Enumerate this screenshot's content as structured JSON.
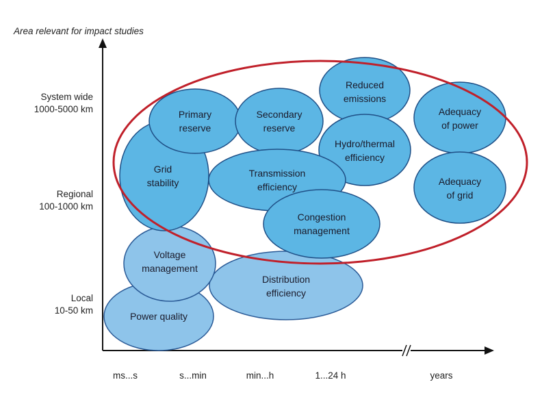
{
  "title": "Area relevant for impact studies",
  "y_axis": {
    "system_wide": [
      "System wide",
      "1000-5000 km"
    ],
    "regional": [
      "Regional",
      "100-1000 km"
    ],
    "local": [
      "Local",
      "10-50 km"
    ]
  },
  "x_axis": [
    "ms...s",
    "s...min",
    "min...h",
    "1...24 h",
    "years"
  ],
  "bubbles": {
    "primary_reserve": [
      "Primary",
      "reserve"
    ],
    "secondary_reserve": [
      "Secondary",
      "reserve"
    ],
    "reduced_emissions": [
      "Reduced",
      "emissions"
    ],
    "hydro_thermal": [
      "Hydro/thermal",
      "efficiency"
    ],
    "adequacy_power": [
      "Adequacy",
      "of power"
    ],
    "adequacy_grid": [
      "Adequacy",
      "of grid"
    ],
    "grid_stability": [
      "Grid",
      "stability"
    ],
    "transmission": [
      "Transmission",
      "efficiency"
    ],
    "congestion": [
      "Congestion",
      "management"
    ],
    "voltage": [
      "Voltage",
      "management"
    ],
    "distribution": [
      "Distribution",
      "efficiency"
    ],
    "power_quality": "Power quality"
  },
  "colors": {
    "bubble": "#5cb6e4",
    "bubble_local": "#8ec4ea",
    "outline": "#1f4f86",
    "highlight": "#c0202a"
  }
}
